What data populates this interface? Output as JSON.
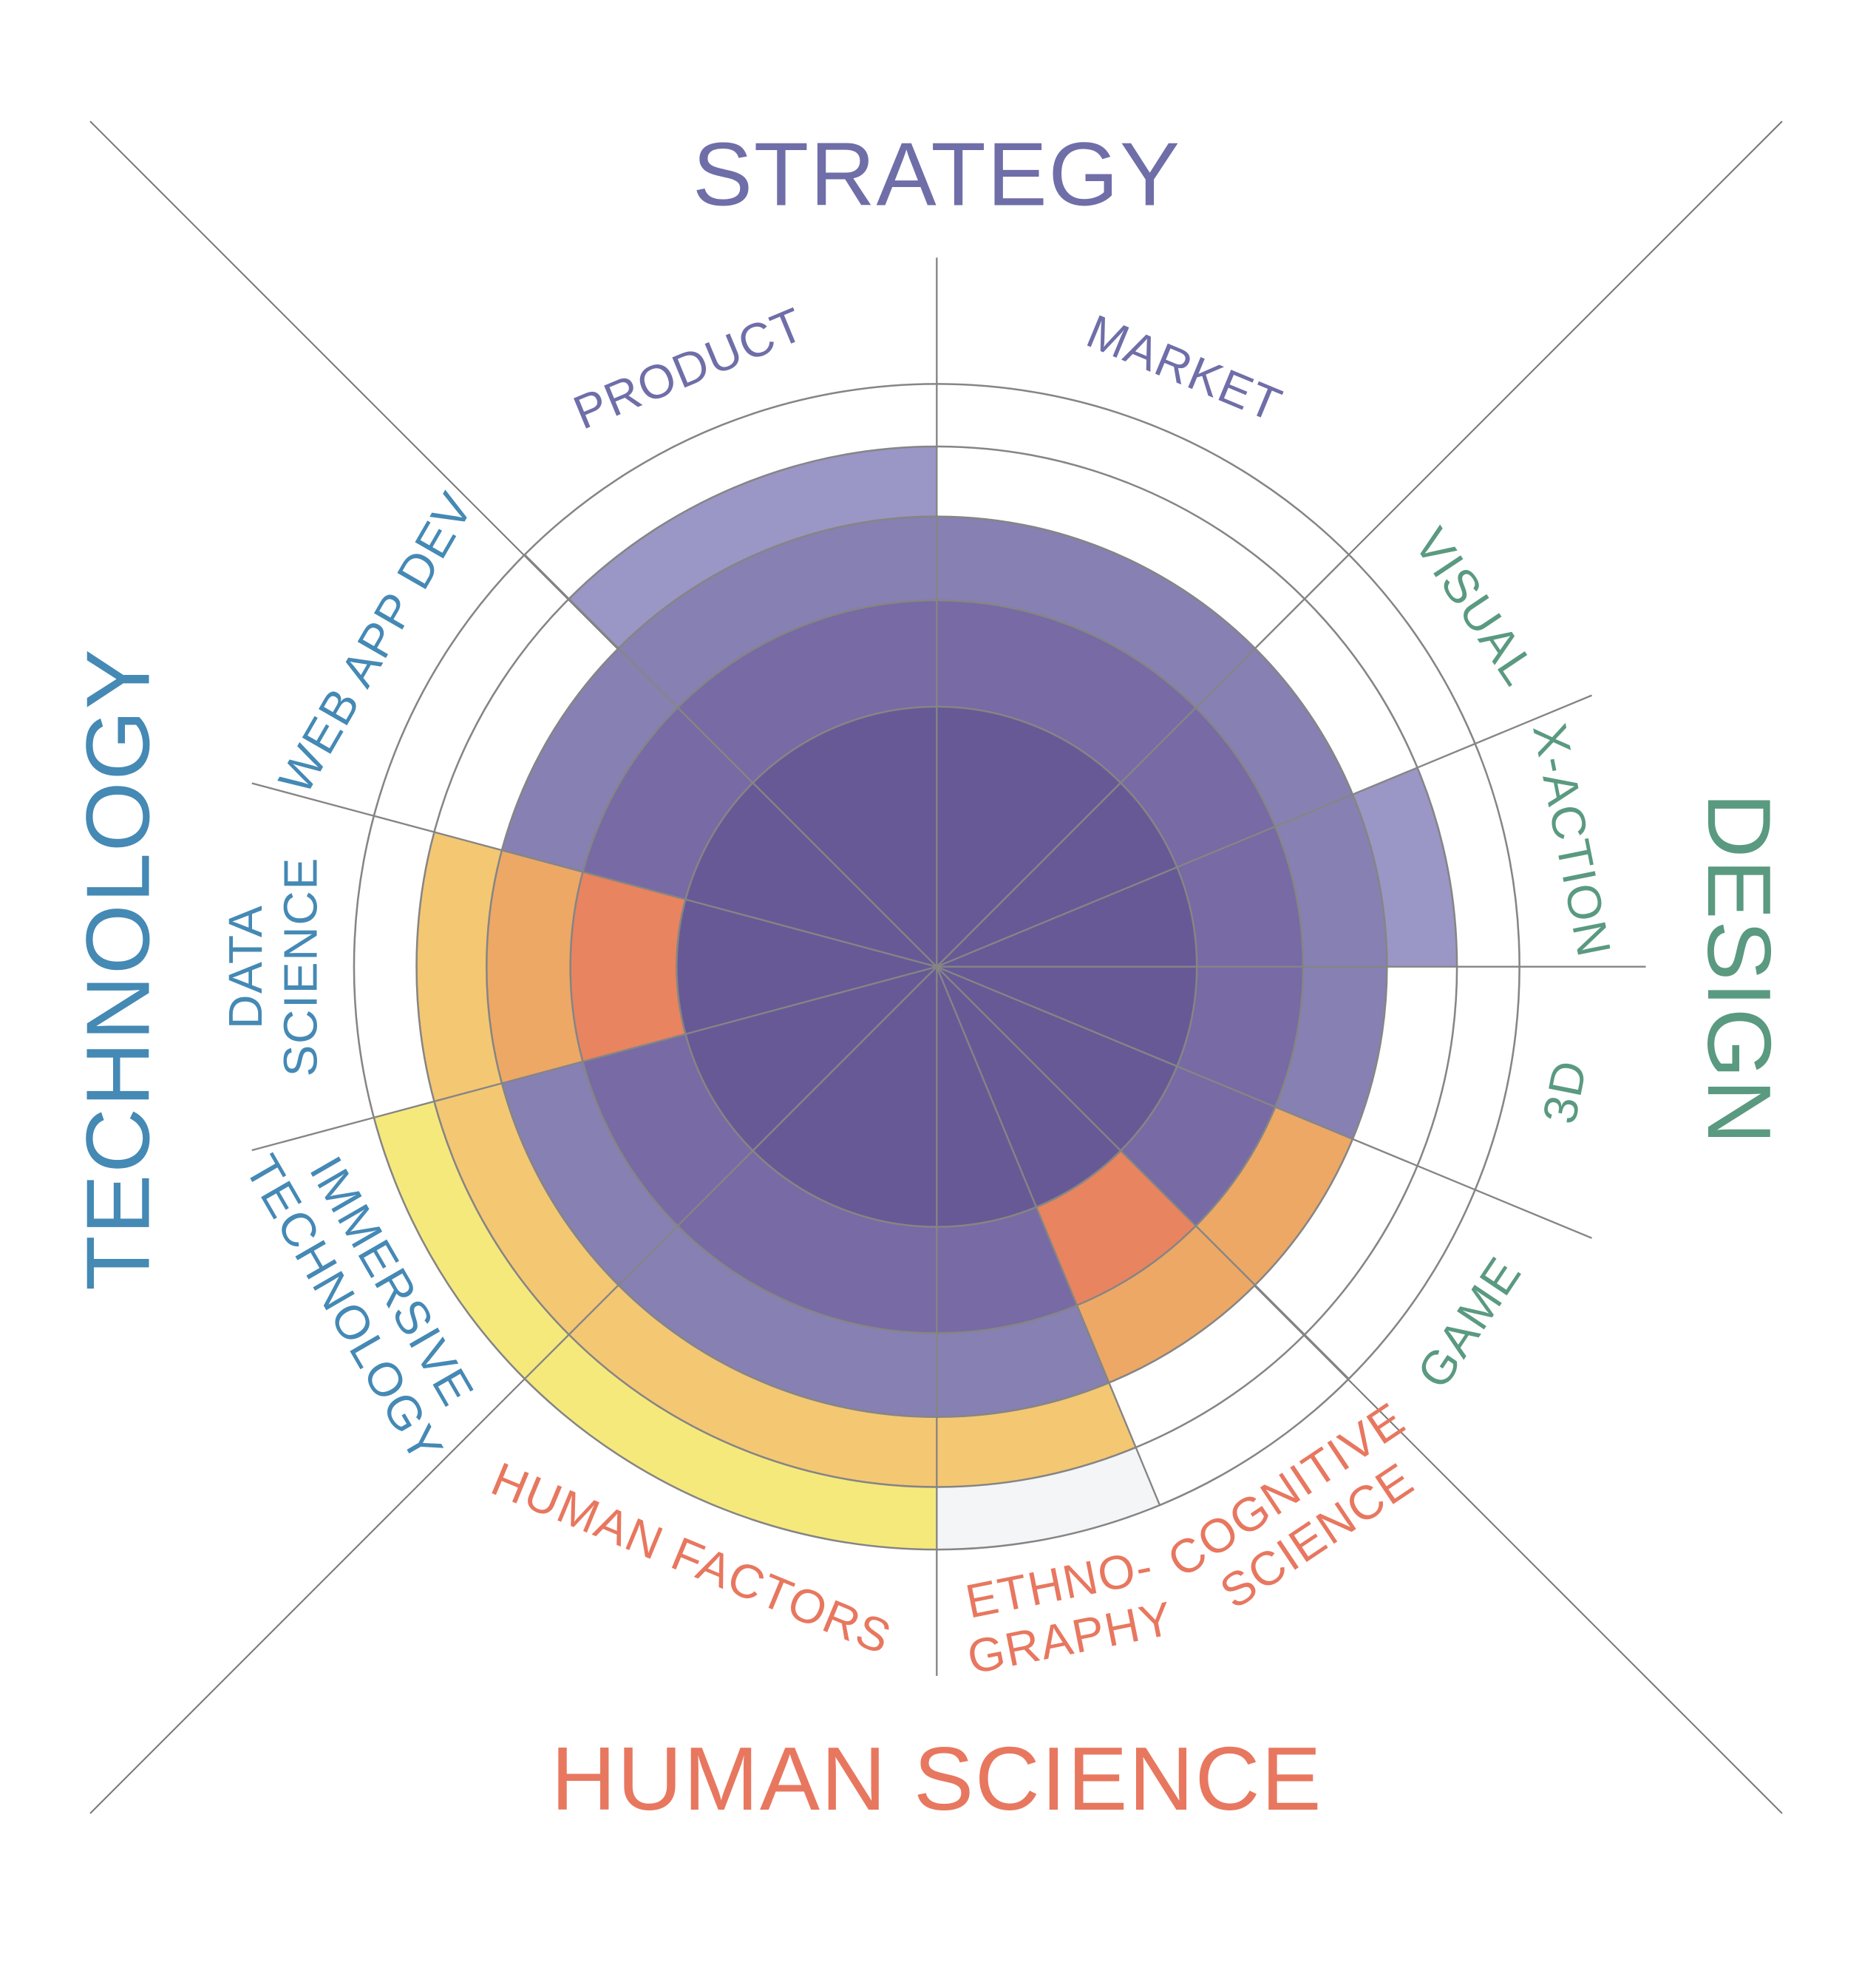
{
  "chart_data": {
    "type": "polar-area",
    "title": "",
    "levels_max": 5,
    "categories": [
      {
        "name": "STRATEGY",
        "color": "#6f6ea8"
      },
      {
        "name": "DESIGN",
        "color": "#5a9a80"
      },
      {
        "name": "HUMAN SCIENCE",
        "color": "#e8775f"
      },
      {
        "name": "TECHNOLOGY",
        "color": "#4589b5"
      }
    ],
    "sectors": [
      {
        "label": [
          "MARKET"
        ],
        "category": 0,
        "start": 0,
        "end": 45,
        "level": 3,
        "colors": [
          "#675996",
          "#776aa5",
          "#8780b3"
        ]
      },
      {
        "label": [
          "VISUAL"
        ],
        "category": 1,
        "start": 45,
        "end": 67.5,
        "level": 3,
        "colors": [
          "#675996",
          "#776aa5",
          "#8780b3"
        ]
      },
      {
        "label": [
          "X-ACTION"
        ],
        "category": 1,
        "start": 67.5,
        "end": 90,
        "level": 4,
        "colors": [
          "#675996",
          "#776aa5",
          "#8780b3",
          "#9a96c6"
        ]
      },
      {
        "label": [
          "3D"
        ],
        "category": 1,
        "start": 90,
        "end": 112.5,
        "level": 3,
        "colors": [
          "#675996",
          "#776aa5",
          "#8780b3"
        ]
      },
      {
        "label": [
          "GAME"
        ],
        "category": 1,
        "start": 112.5,
        "end": 135,
        "level": 3,
        "colors": [
          "#675996",
          "#776aa5",
          "#eda866"
        ]
      },
      {
        "label": [
          "COGNITIVE",
          "SCIENCE"
        ],
        "category": 2,
        "start": 135,
        "end": 157.5,
        "level": 3,
        "colors": [
          "#675996",
          "#e8845f",
          "#eda866"
        ]
      },
      {
        "label": [
          "ETHNO-",
          "GRAPHY"
        ],
        "category": 2,
        "start": 157.5,
        "end": 180,
        "level": 5,
        "colors": [
          "#675996",
          "#776aa5",
          "#8780b3",
          "#f4c773",
          "#f3f5f7"
        ]
      },
      {
        "label": [
          "HUMAN FACTORS"
        ],
        "category": 2,
        "start": 180,
        "end": 225,
        "level": 5,
        "colors": [
          "#675996",
          "#776aa5",
          "#8780b3",
          "#f4c773",
          "#f6e97c"
        ]
      },
      {
        "label": [
          "IMMERSIVE",
          "TECHNOLOGY"
        ],
        "category": 3,
        "start": 225,
        "end": 255,
        "level": 5,
        "colors": [
          "#675996",
          "#776aa5",
          "#8780b3",
          "#f4c773",
          "#f6e97c"
        ]
      },
      {
        "label": [
          "DATA",
          "SCIENCE"
        ],
        "category": 3,
        "start": 255,
        "end": 285,
        "level": 4,
        "colors": [
          "#675996",
          "#e8845f",
          "#eda866",
          "#f4c773"
        ]
      },
      {
        "label": [
          "WEB APP DEV"
        ],
        "category": 3,
        "start": 285,
        "end": 315,
        "level": 3,
        "colors": [
          "#675996",
          "#776aa5",
          "#8780b3"
        ]
      },
      {
        "label": [
          "PRODUCT"
        ],
        "category": 0,
        "start": 315,
        "end": 360,
        "level": 4,
        "colors": [
          "#675996",
          "#776aa5",
          "#8780b3",
          "#9a96c6"
        ]
      }
    ]
  }
}
